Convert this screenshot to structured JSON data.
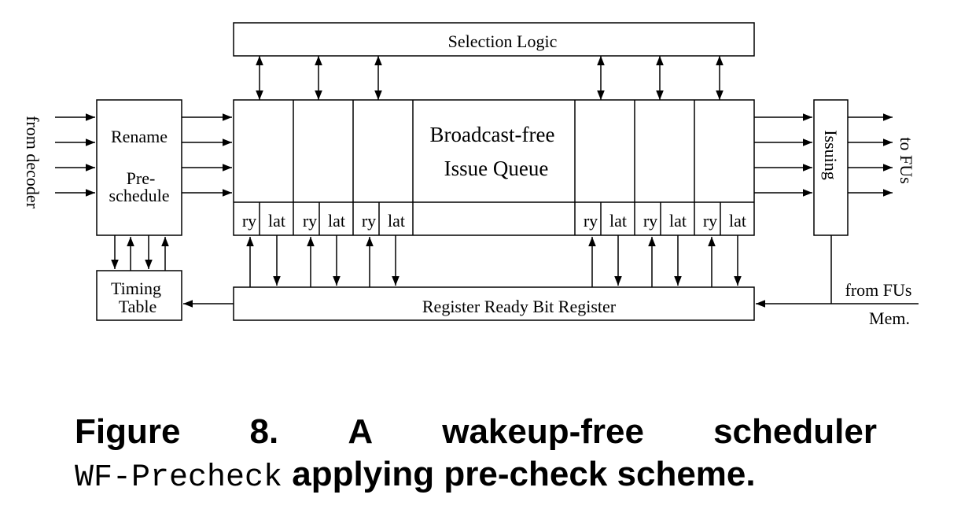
{
  "diagram": {
    "selection_logic": "Selection Logic",
    "rename": "Rename",
    "preschedule_1": "Pre-",
    "preschedule_2": "schedule",
    "queue_1": "Broadcast-free",
    "queue_2": "Issue Queue",
    "issuing": "Issuing",
    "from_decoder": "from decoder",
    "to_fus": "to FUs",
    "timing_1": "Timing",
    "timing_2": "Table",
    "register": "Register Ready Bit Register",
    "from_fus": "from FUs",
    "mem": "Mem.",
    "ry": "ry",
    "lat": "lat"
  },
  "caption": {
    "w1": "Figure",
    "w2": "8.",
    "w3": "A",
    "w4": "wakeup-free",
    "w5": "scheduler",
    "code": "WF-Precheck",
    "rest": "applying pre-check scheme."
  }
}
